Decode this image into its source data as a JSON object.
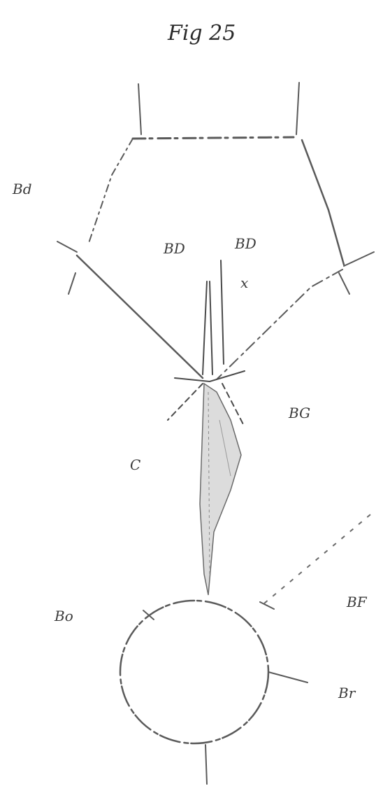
{
  "figure": {
    "title": "Fig 25",
    "labels": {
      "bd_left": "Bd",
      "bd_mid_left": "BD",
      "bd_mid_right": "BD",
      "x": "x",
      "bg": "BG",
      "c": "C",
      "bf": "BF",
      "bo": "Bo",
      "br": "Br"
    }
  }
}
